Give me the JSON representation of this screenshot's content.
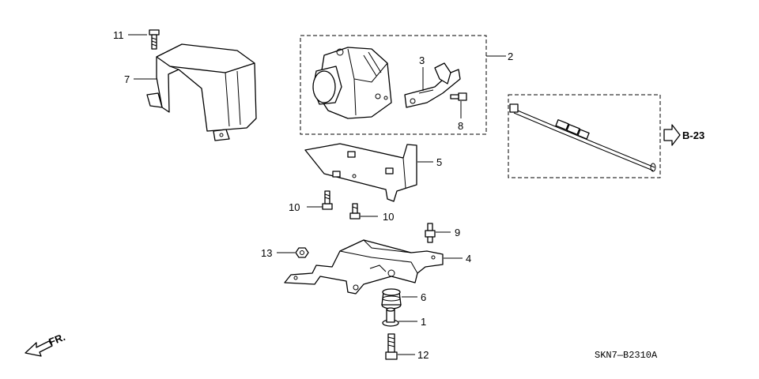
{
  "diagram": {
    "code": "SKN7—B2310A",
    "ref_label": "B-23",
    "front_label": "FR.",
    "callouts": [
      "11",
      "7",
      "2",
      "3",
      "8",
      "5",
      "10",
      "10",
      "9",
      "13",
      "4",
      "6",
      "1",
      "12"
    ]
  }
}
